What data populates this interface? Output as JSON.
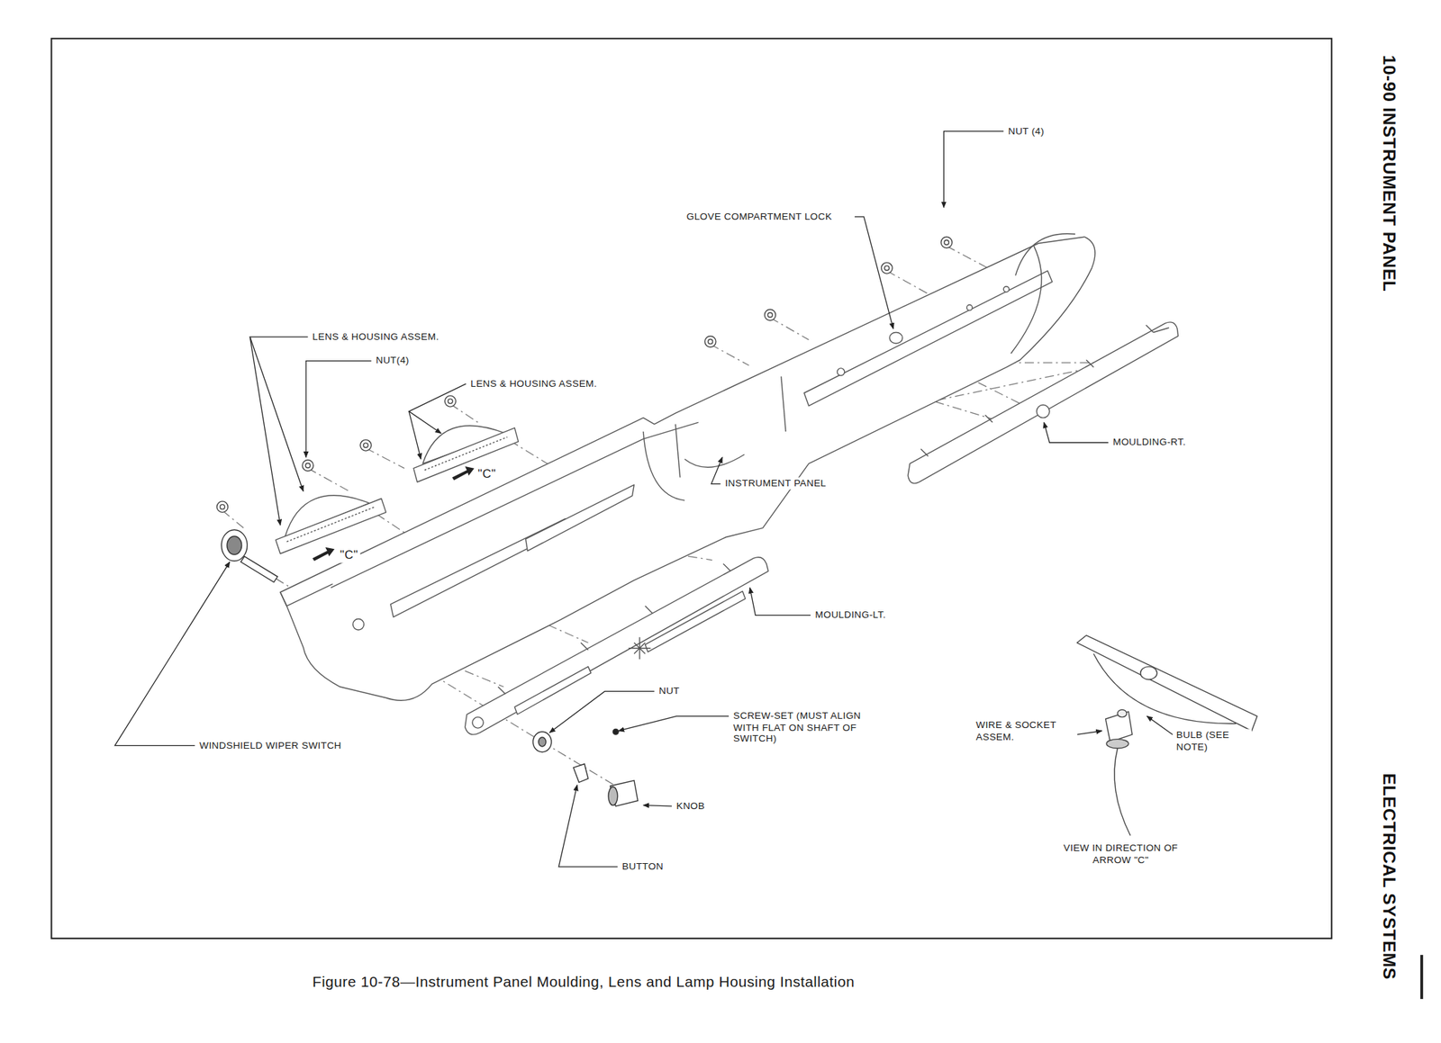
{
  "diagram": {
    "caption": "Figure 10-78—Instrument Panel Moulding, Lens and Lamp Housing Installation",
    "labels": [
      "10-90 INSTRUMENT PANEL",
      "ELECTRICAL SYSTEMS",
      "NUT (4)",
      "GLOVE COMPARTMENT LOCK",
      "LENS & HOUSING ASSEM.",
      "NUT(4)",
      "LENS & HOUSING ASSEM.",
      "\"C\"",
      "\"C\"",
      "INSTRUMENT PANEL",
      "MOULDING-RT.",
      "MOULDING-LT.",
      "WINDSHIELD WIPER SWITCH",
      "NUT",
      "SCREW-SET (MUST ALIGN WITH FLAT ON SHAFT OF SWITCH)",
      "KNOB",
      "BUTTON",
      "WIRE & SOCKET ASSEM.",
      "BULB (SEE NOTE)",
      "VIEW IN DIRECTION OF ARROW \"C\""
    ]
  }
}
